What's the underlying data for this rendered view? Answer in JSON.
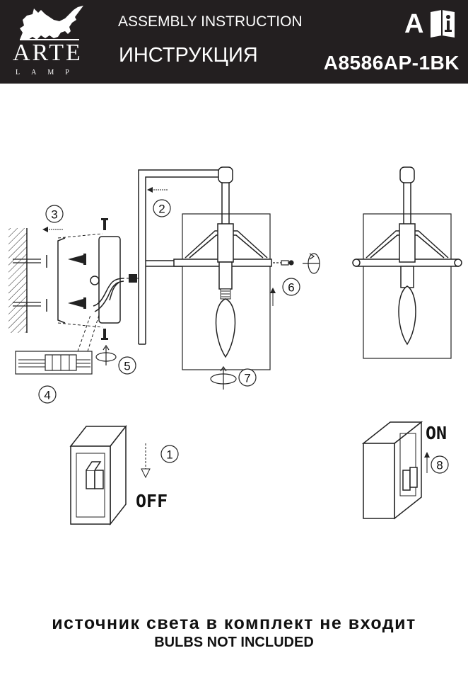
{
  "header": {
    "brand_name": "ARTE",
    "brand_sub": "LAMP",
    "title_en": "ASSEMBLY INSTRUCTION",
    "title_ru": "ИНСТРУКЦИЯ",
    "model": "A8586AP-1BK",
    "letter": "A"
  },
  "steps": [
    "1",
    "2",
    "3",
    "4",
    "5",
    "6",
    "7",
    "8"
  ],
  "switch_labels": {
    "off": "OFF",
    "on": "ON"
  },
  "footer": {
    "ru": "источник света в комплект не входит",
    "en": "BULBS NOT INCLUDED"
  }
}
